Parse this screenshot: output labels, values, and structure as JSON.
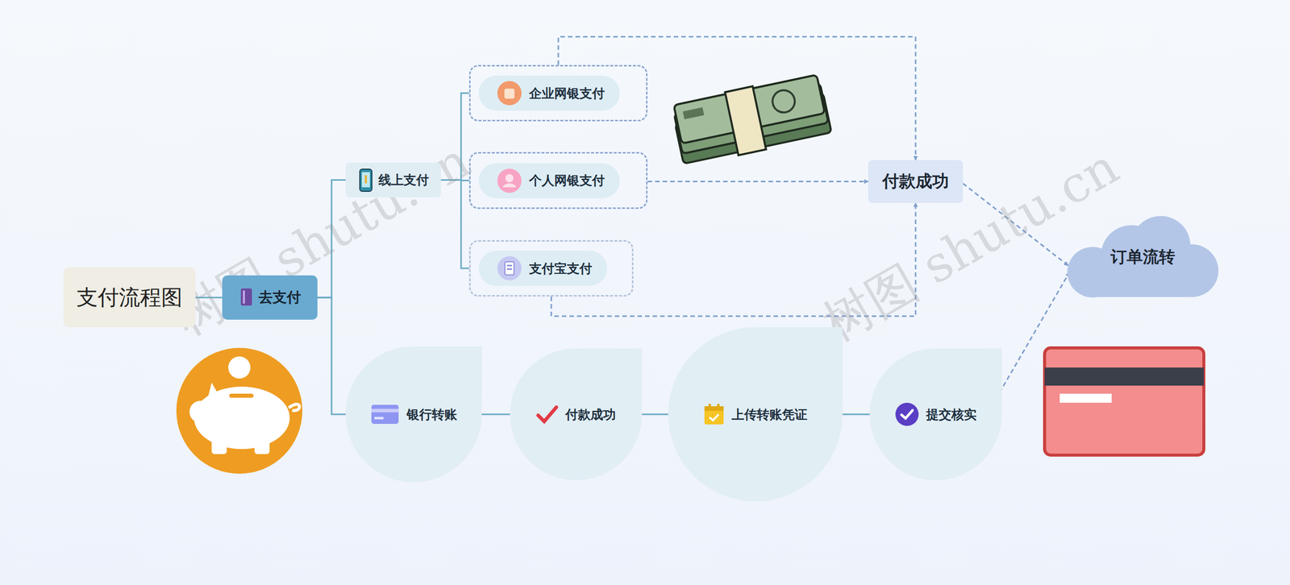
{
  "diagram": {
    "nodes": [
      {
        "text": [
          "支付流程图"
        ]
      },
      {
        "text": [
          "去支付"
        ]
      },
      {
        "text": [
          "线上支付"
        ]
      },
      {
        "text": [
          "企业网银支付"
        ]
      },
      {
        "text": [
          "个人网银支付"
        ]
      },
      {
        "text": [
          "支付宝支付"
        ]
      },
      {
        "text": [
          "付款成功"
        ]
      },
      {
        "text": [
          "订单流转"
        ]
      },
      {
        "text": [
          "银行转账"
        ]
      },
      {
        "text": [
          "付款成功"
        ]
      },
      {
        "text": [
          "上传转账凭证"
        ]
      },
      {
        "text": [
          "提交核实"
        ]
      }
    ],
    "edges": [
      {
        "from": 0,
        "to": 1,
        "arrow": "none"
      },
      {
        "from": 1,
        "to": 2,
        "arrow": "none"
      },
      {
        "from": 1,
        "to": 8,
        "arrow": "none"
      },
      {
        "from": 2,
        "to": 3,
        "arrow": "none"
      },
      {
        "from": 2,
        "to": 4,
        "arrow": "none"
      },
      {
        "from": 2,
        "to": 5,
        "arrow": "none"
      },
      {
        "from": 3,
        "to": 6,
        "arrow": "to"
      },
      {
        "from": 4,
        "to": 6,
        "arrow": "to"
      },
      {
        "from": 5,
        "to": 6,
        "arrow": "to"
      },
      {
        "from": 6,
        "to": 7,
        "arrow": "to"
      },
      {
        "from": 8,
        "to": 9,
        "arrow": "none"
      },
      {
        "from": 9,
        "to": 10,
        "arrow": "none"
      },
      {
        "from": 10,
        "to": 11,
        "arrow": "none"
      },
      {
        "from": 11,
        "to": 7,
        "arrow": "to"
      }
    ],
    "labels": [
      "树图 shutu.cn",
      "树图 shutu.cn"
    ]
  }
}
